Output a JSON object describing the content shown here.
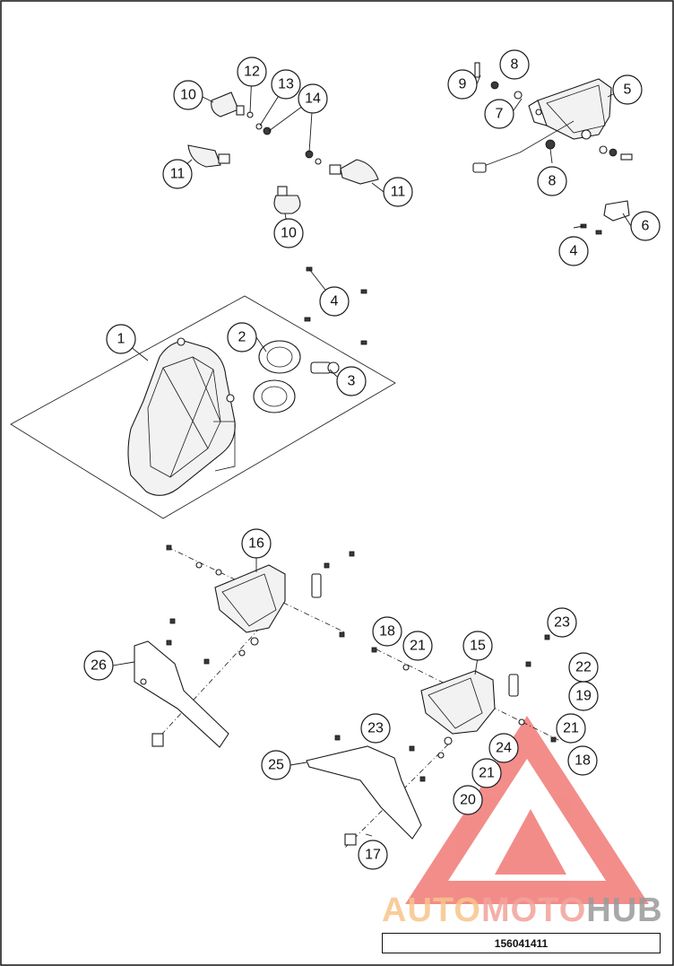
{
  "diagram": {
    "callouts": [
      "1",
      "2",
      "3",
      "4",
      "4",
      "5",
      "6",
      "7",
      "8",
      "8",
      "9",
      "10",
      "10",
      "11",
      "11",
      "12",
      "13",
      "14",
      "15",
      "16",
      "17",
      "18",
      "18",
      "19",
      "20",
      "21",
      "21",
      "21",
      "22",
      "23",
      "23",
      "24",
      "25",
      "26"
    ],
    "drawing_number": "156041411"
  },
  "watermark": {
    "part1": "AUTO",
    "part2": "MOTO",
    "part3": "HUB",
    "triangle_color": "#e8302a",
    "auto_color": "#f7c58a",
    "moto_color": "#f2a39a",
    "hub_color": "#9a9a9a"
  }
}
